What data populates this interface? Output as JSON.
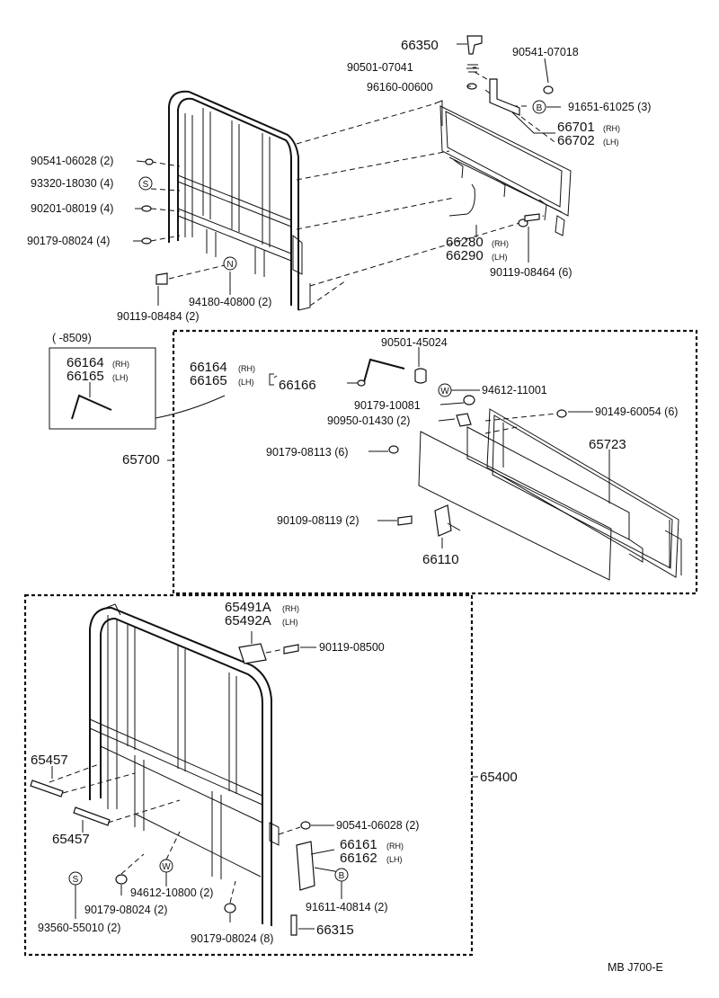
{
  "diagram_code": "MB  J700-E",
  "group_top": {
    "parts": {
      "p66350": "66350",
      "p90501_07041": "90501-07041",
      "p90541_07018": "90541-07018",
      "p96160_00600": "96160-00600",
      "p91651_61025": "91651-61025 (3)",
      "p66701": "66701",
      "p66702": "66702",
      "p90541_06028": "90541-06028 (2)",
      "p93320_18030": "93320-18030 (4)",
      "p90201_08019": "90201-08019 (4)",
      "p90179_08024": "90179-08024 (4)",
      "p66280": "66280",
      "p66290": "66290",
      "p90119_08464": "90119-08464 (6)",
      "p94180_40800": "94180-40800 (2)",
      "p90119_08484": "90119-08484 (2)"
    }
  },
  "group_side": {
    "inset_date": "(       -8509)",
    "parts": {
      "p66164_inset": "66164",
      "p66165_inset": "66165",
      "p90501_45024": "90501-45024",
      "p66164": "66164",
      "p66165": "66165",
      "p66166": "66166",
      "p94612_11001": "94612-11001",
      "p90179_10081": "90179-10081",
      "p90950_01430": "90950-01430 (2)",
      "p90149_60054": "90149-60054 (6)",
      "p65700": "65700",
      "p90179_08113": "90179-08113 (6)",
      "p65723": "65723",
      "p90109_08119": "90109-08119 (2)",
      "p66110": "66110"
    }
  },
  "group_front": {
    "parts": {
      "p65491A": "65491A",
      "p65492A": "65492A",
      "p90119_08500": "90119-08500",
      "p65457_a": "65457",
      "p65457_b": "65457",
      "p65400": "65400",
      "p90541_06028": "90541-06028 (2)",
      "p66161": "66161",
      "p66162": "66162",
      "p94612_10800": "94612-10800 (2)",
      "p90179_08024": "90179-08024 (2)",
      "p91611_40814": "91611-40814 (2)",
      "p93560_55010": "93560-55010 (2)",
      "p90179_08024_8": "90179-08024 (8)",
      "p66315": "66315"
    }
  },
  "suffix": {
    "rh": "(RH)",
    "lh": "(LH)"
  },
  "symbols": {
    "s": "S",
    "b": "B",
    "n": "N",
    "w": "W"
  }
}
